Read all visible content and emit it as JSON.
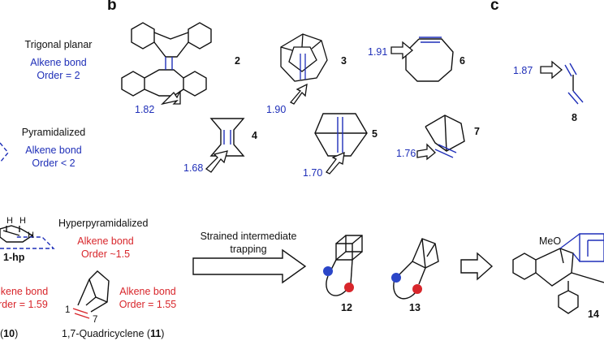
{
  "panels": {
    "b": "b",
    "c": "c"
  },
  "left_top": {
    "trigonal": "Trigonal planar",
    "alkene_bond": "Alkene bond",
    "order_2": "Order = 2",
    "pyramidalized": "Pyramidalized",
    "alkene_bond_2": "Alkene bond",
    "order_lt2": "Order < 2"
  },
  "compound_labels": {
    "c2": "2",
    "c3": "3",
    "c4": "4",
    "c5": "5",
    "c6": "6",
    "c7": "7",
    "c8": "8"
  },
  "values": {
    "v2": "1.82",
    "v3": "1.90",
    "v4": "1.68",
    "v5": "1.70",
    "v6": "1.91",
    "v7": "1.76",
    "v8": "1.87"
  },
  "lower_left": {
    "hp_H1": "H",
    "hp_H2": "H",
    "hp_H3": "H",
    "hp_label": "1-hp",
    "hyperpyramidalized": "Hyperpyramidalized",
    "alkene_bond_red": "Alkene bond",
    "order_15": "Order ~1.5",
    "partial_bond": "lkene bond",
    "partial_order": "rder = 1.59",
    "alkene_bond_11": "Alkene bond",
    "order_155": "Order = 1.55",
    "atom1": "1",
    "atom7": "7",
    "cpd10_num": "10",
    "cpd11_text": "1,7-Quadricyclene (",
    "cpd11_num": "11"
  },
  "trapping": {
    "line1": "Strained intermediate",
    "line2": "trapping",
    "c12": "12",
    "c13": "13",
    "c14": "14",
    "meo": "MeO"
  },
  "colors": {
    "blue": "#1f2fb8",
    "red": "#d8262b",
    "ink": "#111111"
  }
}
